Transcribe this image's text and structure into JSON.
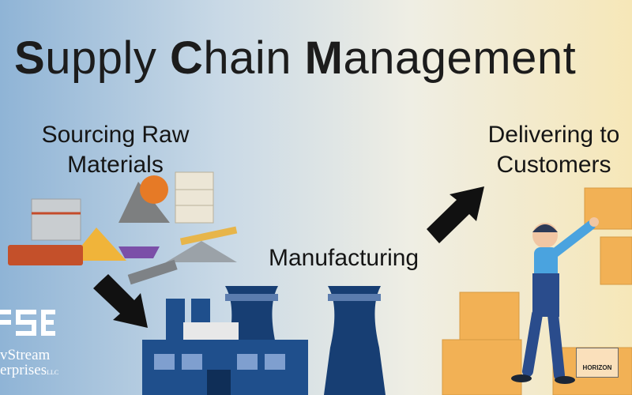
{
  "title": {
    "parts": [
      {
        "bold": "S",
        "rest": "upply "
      },
      {
        "bold": "C",
        "rest": "hain "
      },
      {
        "bold": "M",
        "rest": "anagement"
      }
    ]
  },
  "stages": {
    "sourcing": "Sourcing Raw\nMaterials",
    "manufacturing": "Manufacturing",
    "delivering": "Delivering to\nCustomers"
  },
  "logos": {
    "company_line1": "vStream",
    "company_line2": "erprises",
    "company_tm": "LLC",
    "partner": "HORIZON"
  },
  "colors": {
    "arrow": "#111111",
    "factory_blue": "#1f4f8c",
    "tower_blue": "#173e73",
    "box_orange": "#f2b155"
  }
}
